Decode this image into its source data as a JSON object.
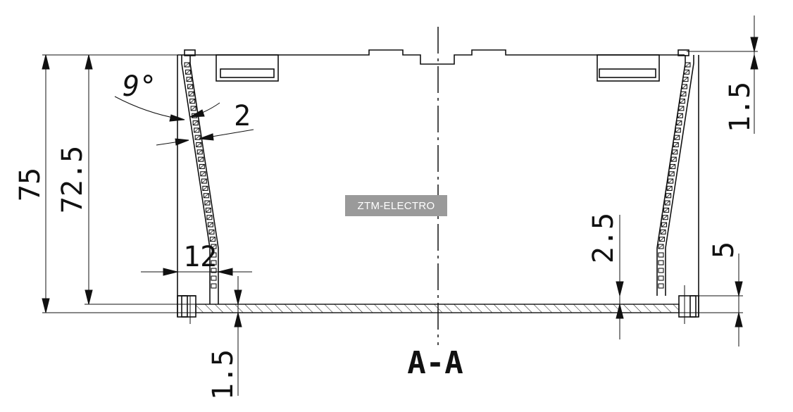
{
  "dimensions": {
    "overall_height": "75",
    "inner_height": "72.5",
    "fin_angle": "9°",
    "fin_thickness": "2",
    "bottom_fin_width": "12",
    "base_thickness": "1.5",
    "top_step": "1.5",
    "inner_offset": "2.5",
    "base_height": "5"
  },
  "section_label": "A-A",
  "watermark": "ZTM-ELECTRO"
}
